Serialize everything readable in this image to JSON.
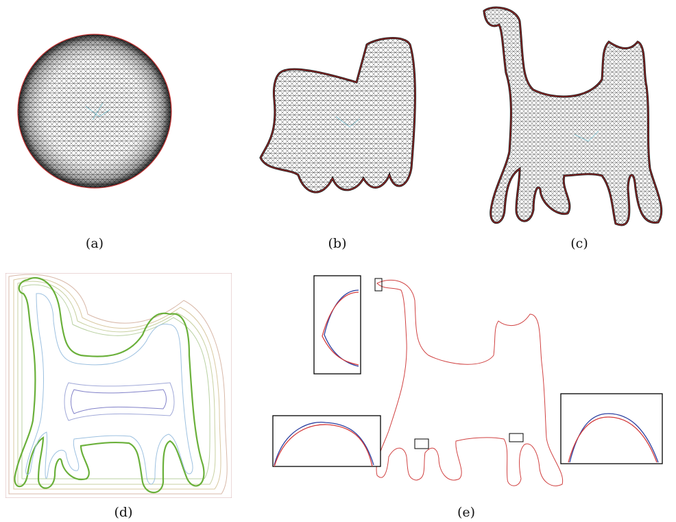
{
  "figure": {
    "captions": {
      "a": "(a)",
      "b": "(b)",
      "c": "(c)",
      "d": "(d)",
      "e": "(e)"
    },
    "colors": {
      "mesh_edge": "#1a1a1a",
      "mesh_center": "#6fb8c8",
      "boundary_red": "#d43a3a",
      "boundary_blue": "#2a3fa0",
      "contour_green": "#6ab03a",
      "contour_inner": "#8fa8d8",
      "contour_outer": "#d8a0a0",
      "inset_frame": "#000000"
    },
    "panels": [
      {
        "id": "a",
        "content": "circle-mesh"
      },
      {
        "id": "b",
        "content": "deformed-mesh"
      },
      {
        "id": "c",
        "content": "cat-mesh"
      },
      {
        "id": "d",
        "content": "level-set-contours"
      },
      {
        "id": "e",
        "content": "boundary-comparison-with-insets"
      }
    ]
  }
}
